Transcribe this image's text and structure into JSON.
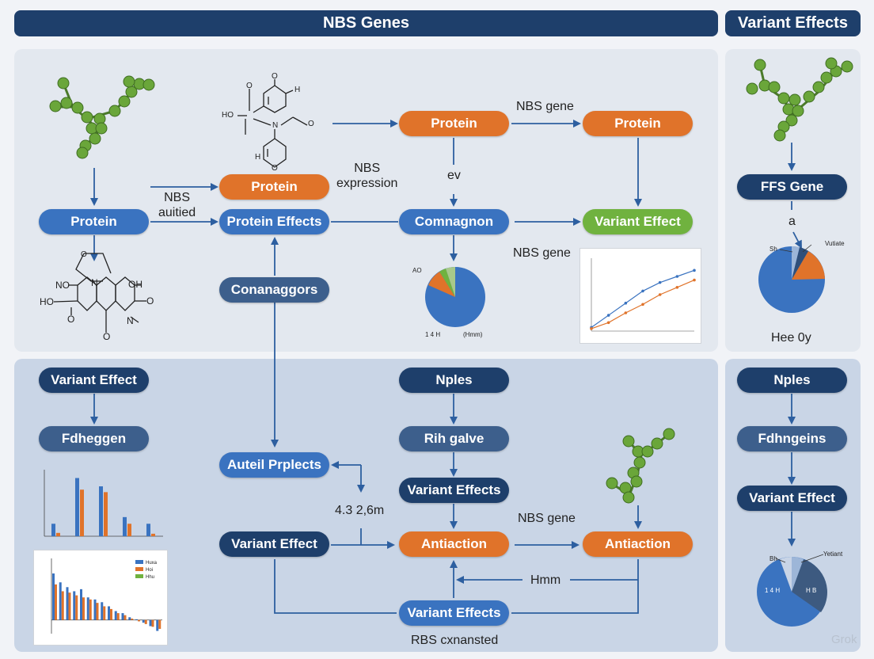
{
  "header": {
    "title": "NBS Genes",
    "side_title": "Variant Effects"
  },
  "colors": {
    "navy": "#1e3f6b",
    "blue": "#3a73c0",
    "orange": "#e0732a",
    "green": "#70b23f",
    "arrow": "#2d5fa0"
  },
  "nodes": {
    "protein_left": "Protein",
    "protein_orange_mid": "Protein",
    "protein_effects": "Protein Effects",
    "protein_orange_top": "Protein",
    "protein_orange_right": "Protein",
    "comnagnon": "Comnagnon",
    "variant_effect_green": "Variant Effect",
    "conanaggors": "Conanaggors",
    "ffs_gene": "FFS Gene",
    "variant_effect_left": "Variant Effect",
    "fdheggen": "Fdheggen",
    "auteil_prplects": "Auteil Prplects",
    "nples_mid": "Nples",
    "rih_galve": "Rih galve",
    "variant_effects_mid": "Variant Effects",
    "variant_effect_bottom": "Variant Effect",
    "antiaction_1": "Antiaction",
    "antiaction_2": "Antiaction",
    "variant_effects_bottom": "Variant Effects",
    "nples_side": "Nples",
    "fdhngeins": "Fdhngeins",
    "variant_effect_side": "Variant Effect"
  },
  "labels": {
    "nbs_auitied": "NBS\nauitied",
    "nbs_expression": "NBS\nexpression",
    "nbs_gene_top": "NBS gene",
    "ev": "ev",
    "nbs_gene_mid": "NBS gene",
    "a": "a",
    "hee_oy": "Hee 0y",
    "coord": "4.3 2,6m",
    "nbs_gene_bottom": "NBS gene",
    "hmm": "Hmm",
    "rbs_cxnansted": "RBS cxnansted",
    "watermark": "Grok"
  },
  "chem": {
    "top": {
      "o1": "O",
      "h": "H",
      "ho": "HO",
      "n": "N",
      "o2": "O",
      "o3": "O",
      "h2": "H",
      "o4": "O"
    },
    "bottom": {
      "no": "NO",
      "ho": "HO",
      "o1": "O",
      "oh": "OH",
      "o2": "O",
      "n1": "N",
      "n2": "N",
      "o3": "O",
      "o4": "O"
    }
  },
  "pies": {
    "mid": {
      "label_tl": "AO",
      "label_bl": "1 4 H",
      "label_br": "(Hmm)"
    },
    "side_top": {
      "label_l": "Sh",
      "label_r": "Vutiate"
    },
    "side_bottom": {
      "label_l": "Bh",
      "label_r": "Yetiant",
      "inner_l": "1 4 H",
      "inner_r": "H B"
    }
  },
  "chart_data": [
    {
      "type": "line",
      "title": "",
      "xlabel": "",
      "ylabel": "",
      "series": [
        {
          "values": [
            0.3,
            1.3,
            2.3,
            3.3,
            4.0,
            4.5,
            5.0
          ]
        },
        {
          "values": [
            0.2,
            0.7,
            1.5,
            2.2,
            3.0,
            3.6,
            4.2
          ]
        }
      ],
      "ylim": [
        0,
        6
      ]
    },
    {
      "type": "bar",
      "title": "",
      "xlabel": "",
      "ylabel": "",
      "series": [
        {
          "values": [
            1.5,
            7.0,
            6.0,
            2.3,
            1.5
          ]
        },
        {
          "values": [
            0.4,
            5.6,
            5.3,
            1.5,
            0.3
          ]
        }
      ],
      "ylim": [
        0,
        8
      ]
    },
    {
      "type": "bar",
      "title": "",
      "xlabel": "",
      "ylabel": "",
      "legend": [
        "Huxa",
        "Hoi",
        "Hhu"
      ],
      "series": [
        {
          "values": [
            6.8,
            5.5,
            4.8,
            4.2,
            4.5,
            3.3,
            3.0,
            2.6,
            2.0,
            1.3,
            1.0,
            0.4,
            0.1,
            -0.4,
            -0.9,
            -1.6
          ]
        },
        {
          "values": [
            5.2,
            4.2,
            4.0,
            3.6,
            3.3,
            3.0,
            2.5,
            2.0,
            1.6,
            1.0,
            0.7,
            0.2,
            -0.2,
            -0.6,
            -1.0,
            -1.3
          ]
        }
      ],
      "ylim": [
        -2,
        9
      ]
    }
  ]
}
